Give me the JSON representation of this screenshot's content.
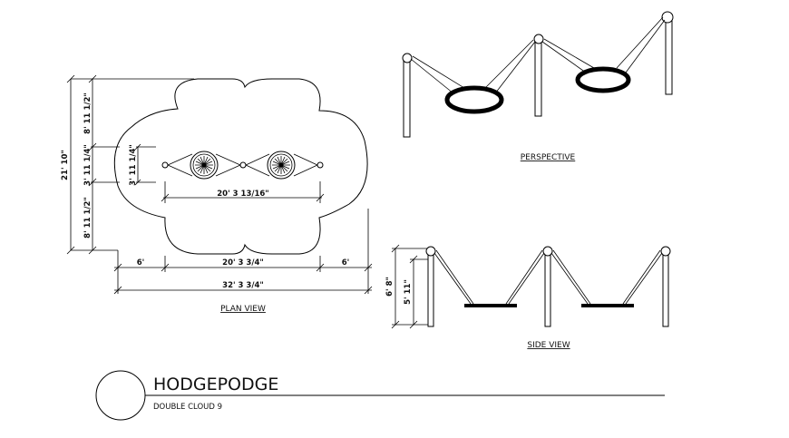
{
  "title_block": {
    "title": "HODGEPODGE",
    "subtitle": "DOUBLE CLOUD 9"
  },
  "views": {
    "plan": "PLAN VIEW",
    "perspective": "PERSPECTIVE",
    "side": "SIDE VIEW"
  },
  "plan_dimensions": {
    "overall_height": "21' 10\"",
    "upper_section": "8' 11 1/2\"",
    "middle_section": "3' 11 1/4\"",
    "lower_section": "8' 11 1/2\"",
    "swing_width": "3' 11 1/4\"",
    "swing_span": "20' 3 13/16\"",
    "left_clearance": "6'",
    "center_length": "20' 3 3/4\"",
    "right_clearance": "6'",
    "overall_length": "32' 3 3/4\""
  },
  "side_dimensions": {
    "overall_height": "6' 8\"",
    "seat_height": "5' 11\""
  },
  "colors": {
    "line": "#000000",
    "background": "#ffffff"
  }
}
